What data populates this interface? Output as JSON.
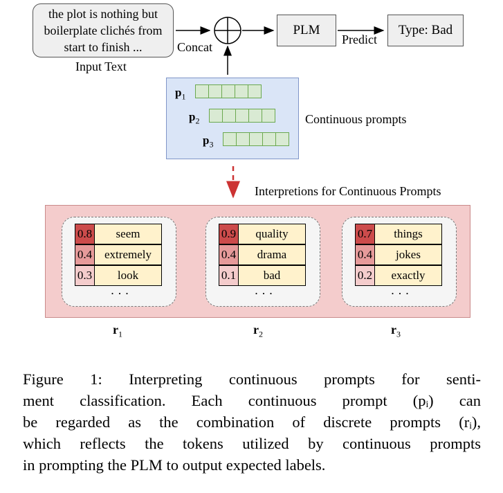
{
  "input_text": {
    "lines": [
      "the plot is nothing but",
      "boilerplate clichés from",
      "start to finish ..."
    ],
    "label": "Input Text"
  },
  "concat_label": "Concat",
  "plm_label": "PLM",
  "predict_label": "Predict",
  "output_label": "Type: Bad",
  "continuous_prompts": {
    "label": "Continuous prompts",
    "items": [
      {
        "symbol": "p",
        "index": "1"
      },
      {
        "symbol": "p",
        "index": "2"
      },
      {
        "symbol": "p",
        "index": "3"
      }
    ]
  },
  "interpretations_label": "Interpretions for Continuous Prompts",
  "discrete_prompts": [
    {
      "symbol": "r",
      "index": "1",
      "ellipsis": "· · ·",
      "rows": [
        {
          "p": "0.8",
          "word": "seem"
        },
        {
          "p": "0.4",
          "word": "extremely"
        },
        {
          "p": "0.3",
          "word": "look"
        }
      ]
    },
    {
      "symbol": "r",
      "index": "2",
      "ellipsis": "· · ·",
      "rows": [
        {
          "p": "0.9",
          "word": "quality"
        },
        {
          "p": "0.4",
          "word": "drama"
        },
        {
          "p": "0.1",
          "word": "bad"
        }
      ]
    },
    {
      "symbol": "r",
      "index": "3",
      "ellipsis": "· · ·",
      "rows": [
        {
          "p": "0.7",
          "word": "things"
        },
        {
          "p": "0.4",
          "word": "jokes"
        },
        {
          "p": "0.2",
          "word": "exactly"
        }
      ]
    }
  ],
  "caption": {
    "lines": [
      "Figure 1: Interpreting continuous prompts for senti-",
      "ment classification. Each continuous prompt (pᵢ) can",
      "be regarded as the combination of discrete prompts (rᵢ),",
      "which reflects the tokens utilized by continuous prompts",
      "in prompting the PLM to output expected labels."
    ]
  },
  "colors": {
    "prompt_panel": "#dae5f7",
    "interp_panel": "#f4cccc",
    "vector_cell": "#d9ead3",
    "word_cell": "#fff2cc",
    "prob_high": "#cc4b4b",
    "prob_mid": "#e69a9a",
    "prob_low": "#f4cccc",
    "dashed_arrow": "#cc3333"
  }
}
